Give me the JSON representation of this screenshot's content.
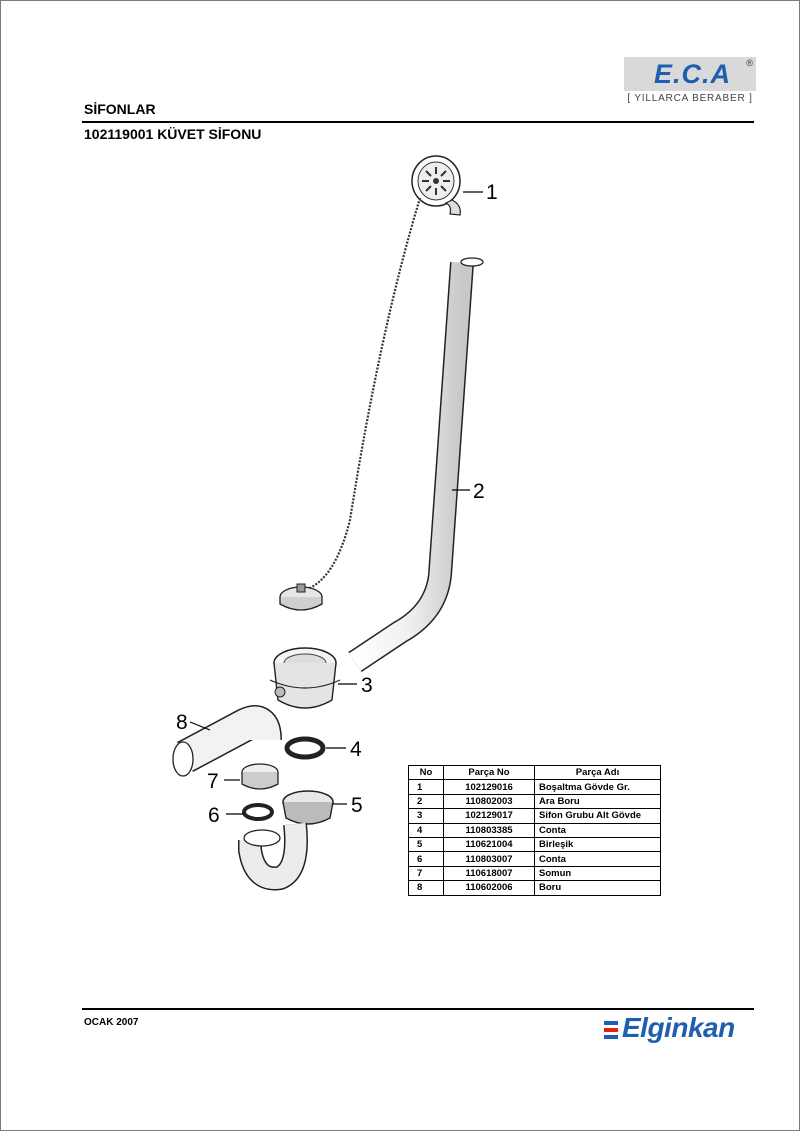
{
  "header": {
    "brand": "E.C.A",
    "brand_reg": "®",
    "slogan": "[ YILLARCA BERABER ]",
    "category": "SİFONLAR",
    "product_title": "102119001 KÜVET SİFONU"
  },
  "diagram": {
    "callouts": [
      "1",
      "2",
      "3",
      "4",
      "5",
      "6",
      "7",
      "8"
    ]
  },
  "parts_table": {
    "headers": [
      "No",
      "Parça No",
      "Parça Adı"
    ],
    "rows": [
      {
        "no": "1",
        "part_no": "102129016",
        "name": "Boşaltma Gövde Gr."
      },
      {
        "no": "2",
        "part_no": "110802003",
        "name": "Ara Boru"
      },
      {
        "no": "3",
        "part_no": "102129017",
        "name": "Sifon Grubu Alt Gövde"
      },
      {
        "no": "4",
        "part_no": "110803385",
        "name": "Conta"
      },
      {
        "no": "5",
        "part_no": "110621004",
        "name": "Birleşik"
      },
      {
        "no": "6",
        "part_no": "110803007",
        "name": "Conta"
      },
      {
        "no": "7",
        "part_no": "110618007",
        "name": "Somun"
      },
      {
        "no": "8",
        "part_no": "110602006",
        "name": "Boru"
      }
    ]
  },
  "footer": {
    "date": "OCAK 2007",
    "company": "Elginkan"
  },
  "colors": {
    "brand_blue": "#1e5fb0",
    "logo_red": "#e2231a",
    "logo_bg": "#d9d9d9"
  }
}
